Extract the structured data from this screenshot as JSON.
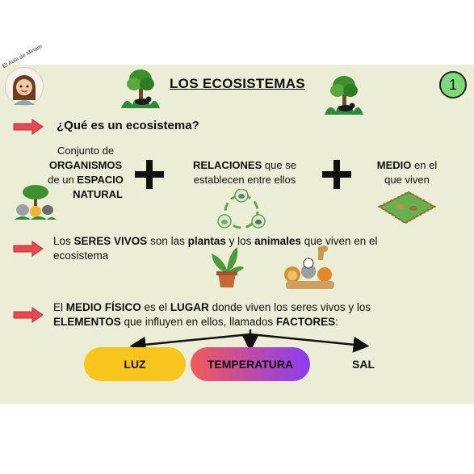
{
  "header": {
    "brand": "El Aula de Miriam",
    "title": "LOS ECOSISTEMAS",
    "page_number": "1"
  },
  "question": "¿Qué es un ecosistema?",
  "definition": {
    "part1": {
      "l1": "Conjunto de",
      "l2": "ORGANISMOS",
      "l3a": "de un ",
      "l3b": "ESPACIO",
      "l4": "NATURAL"
    },
    "part2": {
      "l1a": "RELACIONES",
      "l1b": " que se",
      "l2": "establecen entre ellos"
    },
    "part3": {
      "l1a": "MEDIO",
      "l1b": " en el",
      "l2": "que viven"
    }
  },
  "beings": {
    "t1": "Los ",
    "t2": "SERES VIVOS",
    "t3": " son las ",
    "t4": "plantas",
    "t5": " y los ",
    "t6": "animales",
    "t7": " que viven en el",
    "t8": "ecosistema"
  },
  "medium": {
    "t1": "El ",
    "t2": "MEDIO FÍSICO",
    "t3": " es el ",
    "t4": "LUGAR",
    "t5": " donde viven los seres vivos y los",
    "t6": "ELEMENTOS",
    "t7": " que influyen en ellos, llamados ",
    "t8": "FACTORES",
    "t9": ":"
  },
  "factors": [
    "LUZ",
    "TEMPERATURA",
    "SAL"
  ],
  "colors": {
    "background": "#ecedd6",
    "arrow": "#e8484f",
    "badge": "#7ed97a",
    "luz": "#f7c51c",
    "temp_start": "#f25a5a",
    "temp_end": "#8a3df2"
  },
  "icons": [
    "jungle-icon",
    "avatar-icon",
    "plus-icon",
    "animal-cycle-icon",
    "farm-fence-icon",
    "potted-plant-icon",
    "animals-group-icon",
    "red-arrow-icon"
  ]
}
